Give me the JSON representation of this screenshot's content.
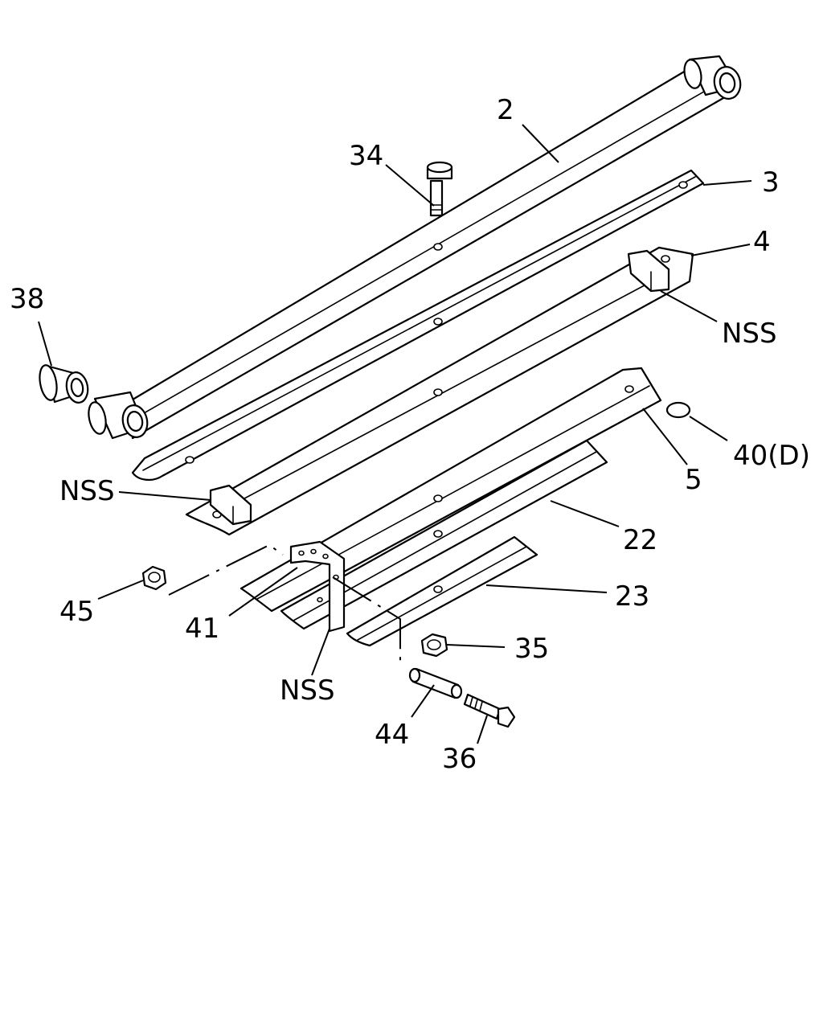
{
  "labels": {
    "p2": "2",
    "p3": "3",
    "p4": "4",
    "p5": "5",
    "p22": "22",
    "p23": "23",
    "p34": "34",
    "p35": "35",
    "p36": "36",
    "p38": "38",
    "p40": "40(D)",
    "p41": "41",
    "p44": "44",
    "p45": "45",
    "nss_right": "NSS",
    "nss_left": "NSS",
    "nss_bottom": "NSS"
  }
}
